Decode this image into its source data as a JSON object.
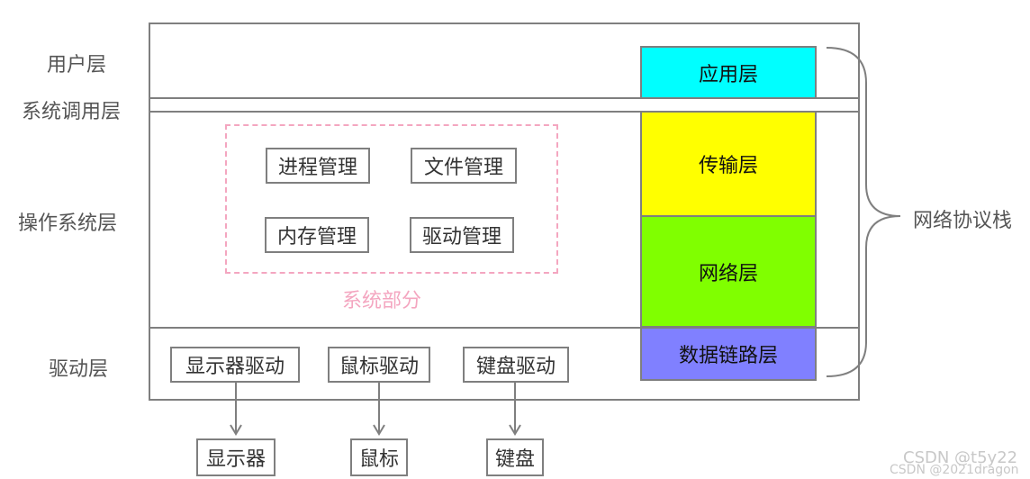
{
  "layers": {
    "user": "用户层",
    "syscall": "系统调用层",
    "os": "操作系统层",
    "driver": "驱动层"
  },
  "system_part": {
    "label": "系统部分",
    "items": [
      "进程管理",
      "文件管理",
      "内存管理",
      "驱动管理"
    ]
  },
  "drivers": [
    "显示器驱动",
    "鼠标驱动",
    "键盘驱动"
  ],
  "devices": [
    "显示器",
    "鼠标",
    "键盘"
  ],
  "network_stack": {
    "label": "网络协议栈",
    "layers": [
      {
        "name": "应用层",
        "color": "#00ffff"
      },
      {
        "name": "传输层",
        "color": "#ffff00"
      },
      {
        "name": "网络层",
        "color": "#80ff00"
      },
      {
        "name": "数据链路层",
        "color": "#8080ff"
      }
    ]
  },
  "watermarks": [
    "CSDN @t5y22",
    "CSDN @2021dragon"
  ]
}
